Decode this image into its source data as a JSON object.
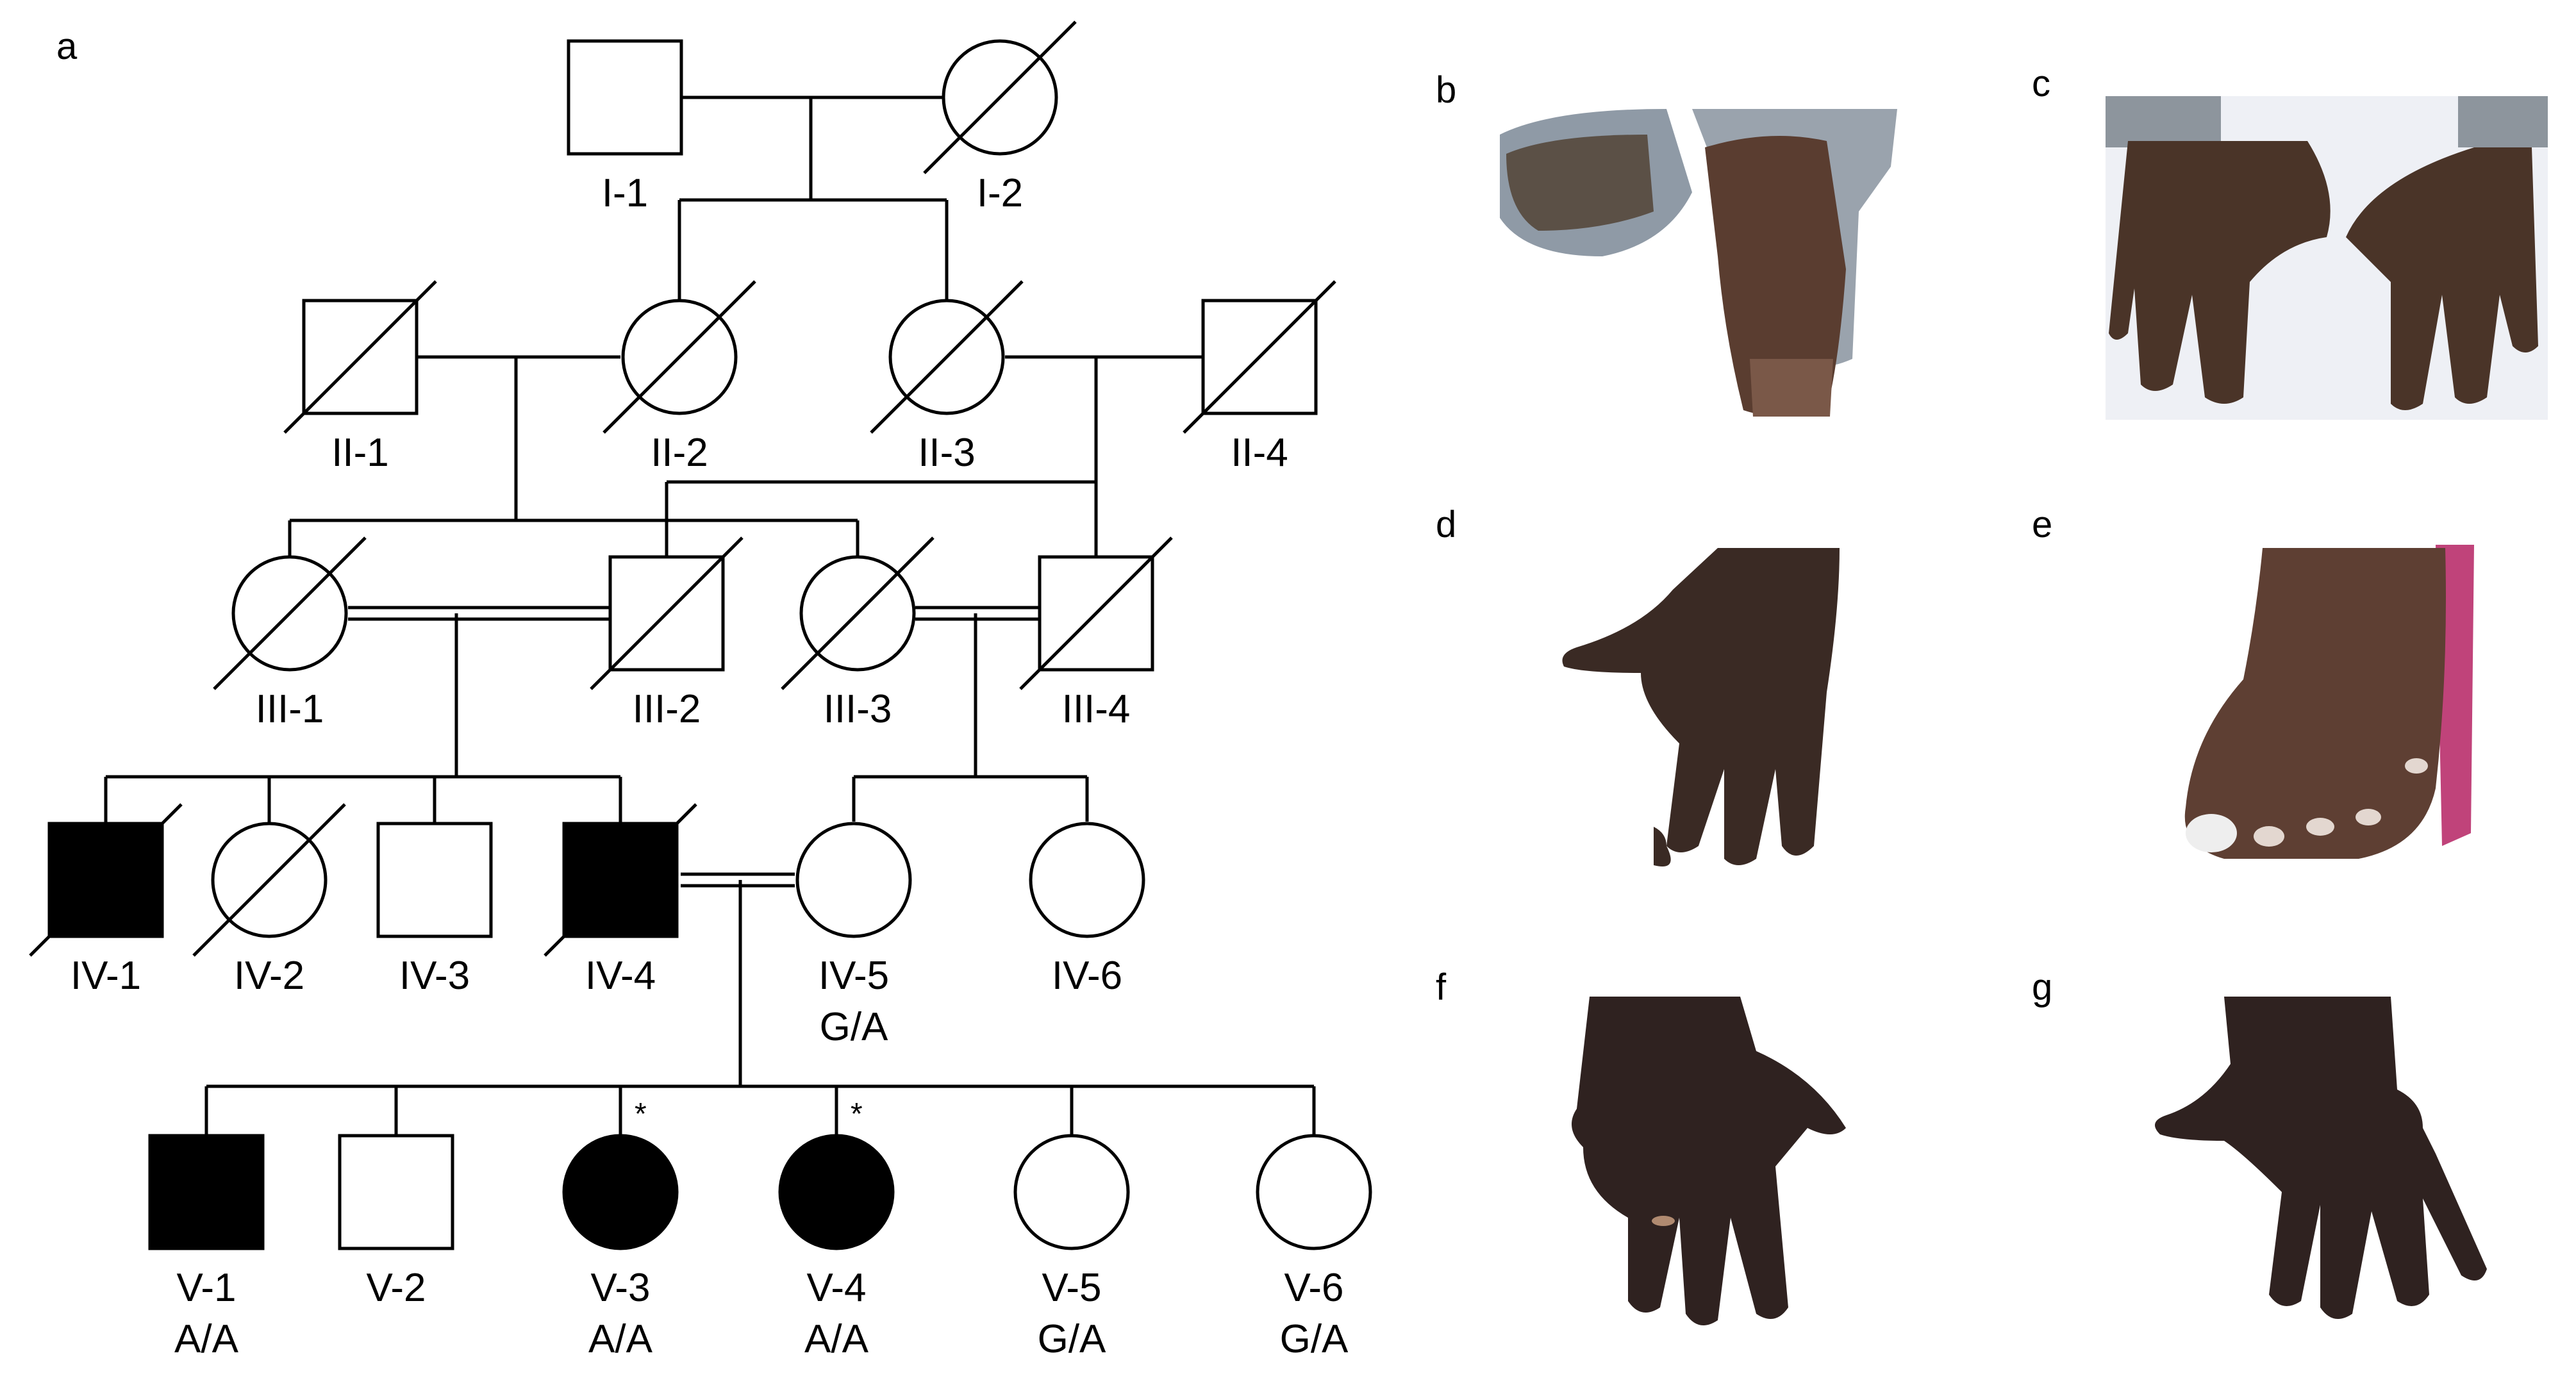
{
  "panels": {
    "a": "a",
    "b": "b",
    "c": "c",
    "d": "d",
    "e": "e",
    "f": "f",
    "g": "g"
  },
  "pedigree": {
    "individuals": [
      {
        "id": "I-1",
        "sex": "male",
        "affected": false,
        "deceased": false
      },
      {
        "id": "I-2",
        "sex": "female",
        "affected": false,
        "deceased": true
      },
      {
        "id": "II-1",
        "sex": "male",
        "affected": false,
        "deceased": true
      },
      {
        "id": "II-2",
        "sex": "female",
        "affected": false,
        "deceased": true
      },
      {
        "id": "II-3",
        "sex": "female",
        "affected": false,
        "deceased": true
      },
      {
        "id": "II-4",
        "sex": "male",
        "affected": false,
        "deceased": true
      },
      {
        "id": "III-1",
        "sex": "female",
        "affected": false,
        "deceased": true
      },
      {
        "id": "III-2",
        "sex": "male",
        "affected": false,
        "deceased": true
      },
      {
        "id": "III-3",
        "sex": "female",
        "affected": false,
        "deceased": true
      },
      {
        "id": "III-4",
        "sex": "male",
        "affected": false,
        "deceased": true
      },
      {
        "id": "IV-1",
        "sex": "male",
        "affected": true,
        "deceased": true
      },
      {
        "id": "IV-2",
        "sex": "female",
        "affected": false,
        "deceased": true
      },
      {
        "id": "IV-3",
        "sex": "male",
        "affected": false,
        "deceased": false
      },
      {
        "id": "IV-4",
        "sex": "male",
        "affected": true,
        "deceased": true
      },
      {
        "id": "IV-5",
        "sex": "female",
        "affected": false,
        "deceased": false,
        "genotype": "G/A"
      },
      {
        "id": "IV-6",
        "sex": "female",
        "affected": false,
        "deceased": false
      },
      {
        "id": "V-1",
        "sex": "male",
        "affected": true,
        "deceased": false,
        "genotype": "A/A"
      },
      {
        "id": "V-2",
        "sex": "male",
        "affected": false,
        "deceased": false
      },
      {
        "id": "V-3",
        "sex": "female",
        "affected": true,
        "deceased": false,
        "genotype": "A/A",
        "marker": "*"
      },
      {
        "id": "V-4",
        "sex": "female",
        "affected": true,
        "deceased": false,
        "genotype": "A/A",
        "marker": "*"
      },
      {
        "id": "V-5",
        "sex": "female",
        "affected": false,
        "deceased": false,
        "genotype": "G/A"
      },
      {
        "id": "V-6",
        "sex": "female",
        "affected": false,
        "deceased": false,
        "genotype": "G/A"
      }
    ]
  },
  "photos": {
    "b": {
      "subject": "feet",
      "skin": "#5a3d30"
    },
    "c": {
      "subject": "two hands",
      "skin": "#4a3428"
    },
    "d": {
      "subject": "hand",
      "skin": "#3a2a24"
    },
    "e": {
      "subject": "foot",
      "skin": "#5e3f33"
    },
    "f": {
      "subject": "hand",
      "skin": "#2f2220"
    },
    "g": {
      "subject": "hand",
      "skin": "#2f2220"
    }
  },
  "colors": {
    "line": "#000000",
    "affected": "#000000",
    "unaffected": "#ffffff"
  }
}
